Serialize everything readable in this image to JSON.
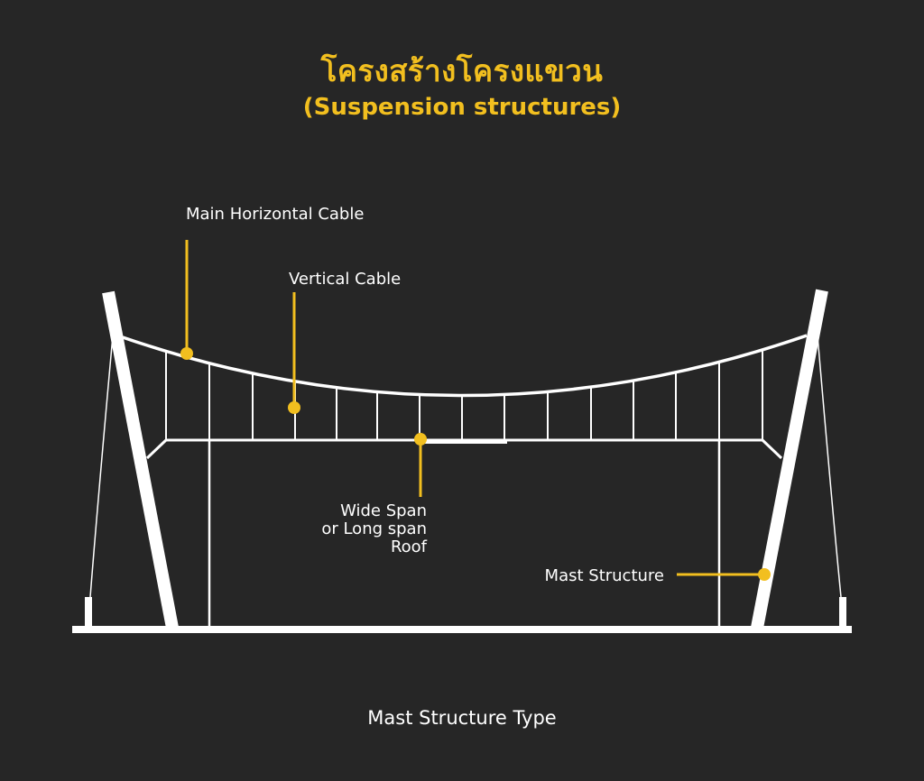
{
  "title": {
    "thai": "โครงสร้างโครงแขวน",
    "english": "(Suspension structures)"
  },
  "labels": {
    "main_cable": "Main Horizontal Cable",
    "vertical_cable": "Vertical Cable",
    "roof": "Wide Span\nor Long span\nRoof",
    "mast": "Mast Structure"
  },
  "caption": "Mast Structure Type",
  "colors": {
    "background": "#262626",
    "accent": "#F2BF1F",
    "structure": "#FFFFFF"
  }
}
